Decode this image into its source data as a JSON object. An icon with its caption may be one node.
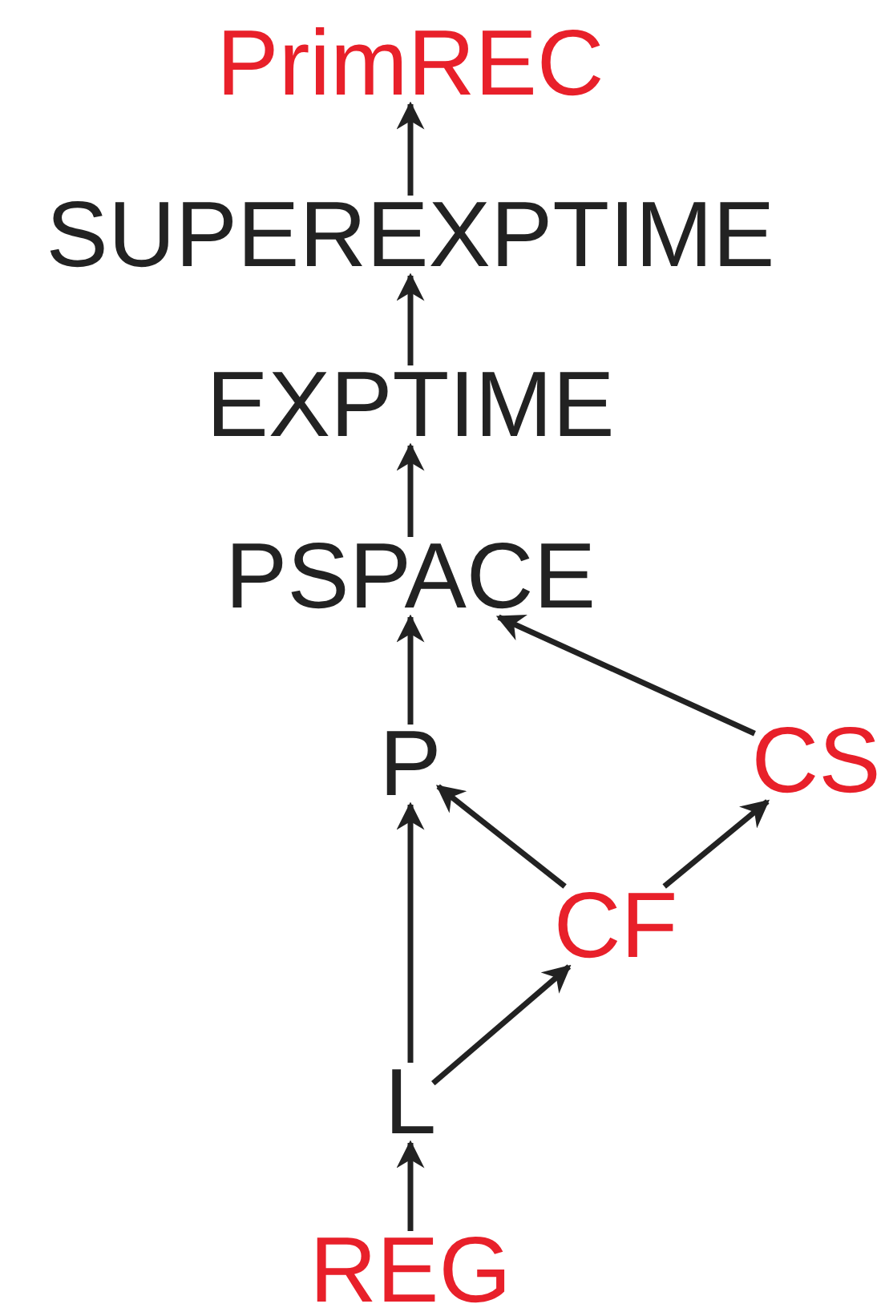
{
  "diagram": {
    "nodes": [
      {
        "text": [
          "PrimREC"
        ]
      },
      {
        "text": [
          "SUPEREXPTIME"
        ]
      },
      {
        "text": [
          "EXPTIME"
        ]
      },
      {
        "text": [
          "PSPACE"
        ]
      },
      {
        "text": [
          "P"
        ]
      },
      {
        "text": [
          "CS"
        ]
      },
      {
        "text": [
          "CF"
        ]
      },
      {
        "text": [
          "L"
        ]
      },
      {
        "text": [
          "REG"
        ]
      }
    ],
    "edges": [
      {
        "from": 8,
        "to": 7,
        "arrow": "to"
      },
      {
        "from": 7,
        "to": 4,
        "arrow": "to"
      },
      {
        "from": 7,
        "to": 6,
        "arrow": "to"
      },
      {
        "from": 6,
        "to": 4,
        "arrow": "to"
      },
      {
        "from": 6,
        "to": 5,
        "arrow": "to"
      },
      {
        "from": 5,
        "to": 3,
        "arrow": "to"
      },
      {
        "from": 4,
        "to": 3,
        "arrow": "to"
      },
      {
        "from": 3,
        "to": 2,
        "arrow": "to"
      },
      {
        "from": 2,
        "to": 1,
        "arrow": "to"
      },
      {
        "from": 1,
        "to": 0,
        "arrow": "to"
      }
    ]
  }
}
